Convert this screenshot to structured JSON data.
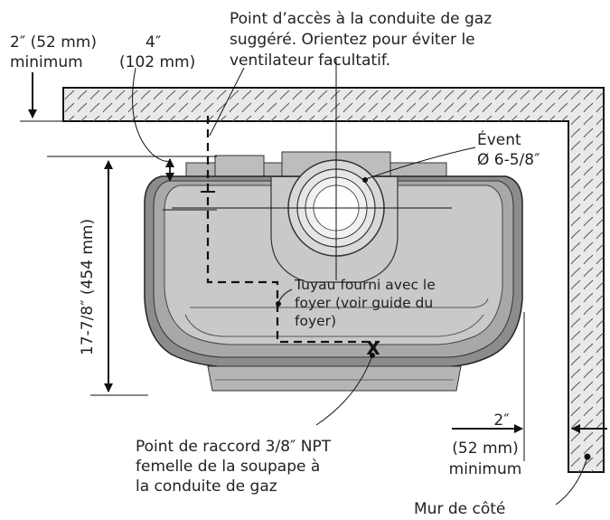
{
  "labels": {
    "gas_access_1": "Point d’accès à la conduite de gaz",
    "gas_access_2": "suggéré. Orientez pour éviter le",
    "gas_access_3": "ventilateur facultatif.",
    "top_clear_1": "2″  (52 mm)",
    "top_clear_2": "minimum",
    "offset_1": "4″",
    "offset_2": "(102 mm)",
    "vent_1": "Évent",
    "vent_2": "Ø 6-5/8″",
    "depth": "17-7/8″ (454 mm)",
    "pipe_1": "Tuyau fourni avec le",
    "pipe_2": "foyer (voir guide du",
    "pipe_3": "foyer)",
    "x_mark": "X",
    "connection_1": "Point de raccord 3/8″ NPT",
    "connection_2": "femelle de la soupape à",
    "connection_3": "la conduite de gaz",
    "side_clear_1": "2″",
    "side_clear_2": "(52 mm)",
    "side_clear_3": "minimum",
    "side_wall": "Mur de côté"
  },
  "colors": {
    "wall_fill": "#e9e9e9",
    "stove_outer": "#8c8c8c",
    "stove_mid": "#a8a8a8",
    "stove_inner": "#c9c9c9",
    "line": "#111111"
  }
}
